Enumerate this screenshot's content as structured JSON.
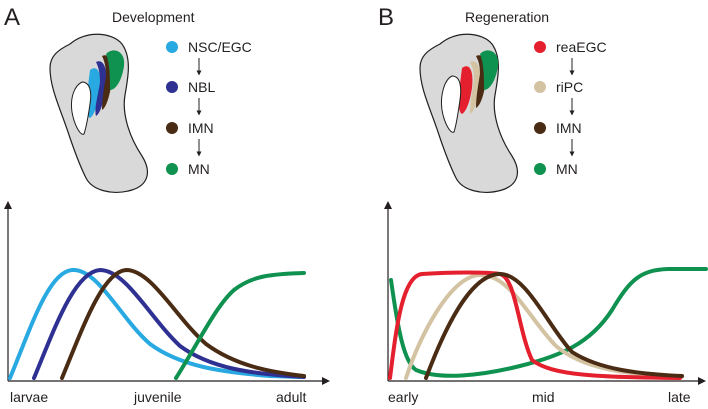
{
  "colors": {
    "nsc_egc": "#29a9e1",
    "nbl": "#2e3192",
    "imn": "#4a2c14",
    "mn": "#0f9150",
    "reaegc": "#e5202e",
    "ripc": "#d4c3a3",
    "tissue_fill": "#d9d9d9",
    "outline": "#231f20"
  },
  "panel_a": {
    "letter": "A",
    "title": "Development",
    "legend": [
      {
        "label": "NSC/EGC",
        "color": "#29a9e1"
      },
      {
        "label": "NBL",
        "color": "#2e3192"
      },
      {
        "label": "IMN",
        "color": "#4a2c14"
      },
      {
        "label": "MN",
        "color": "#0f9150"
      }
    ],
    "x_ticks": [
      "larvae",
      "juvenile",
      "adult"
    ]
  },
  "panel_b": {
    "letter": "B",
    "title": "Regeneration",
    "legend": [
      {
        "label": "reaEGC",
        "color": "#e5202e"
      },
      {
        "label": "riPC",
        "color": "#d4c3a3"
      },
      {
        "label": "IMN",
        "color": "#4a2c14"
      },
      {
        "label": "MN",
        "color": "#0f9150"
      }
    ],
    "x_ticks": [
      "early",
      "mid",
      "late"
    ]
  }
}
